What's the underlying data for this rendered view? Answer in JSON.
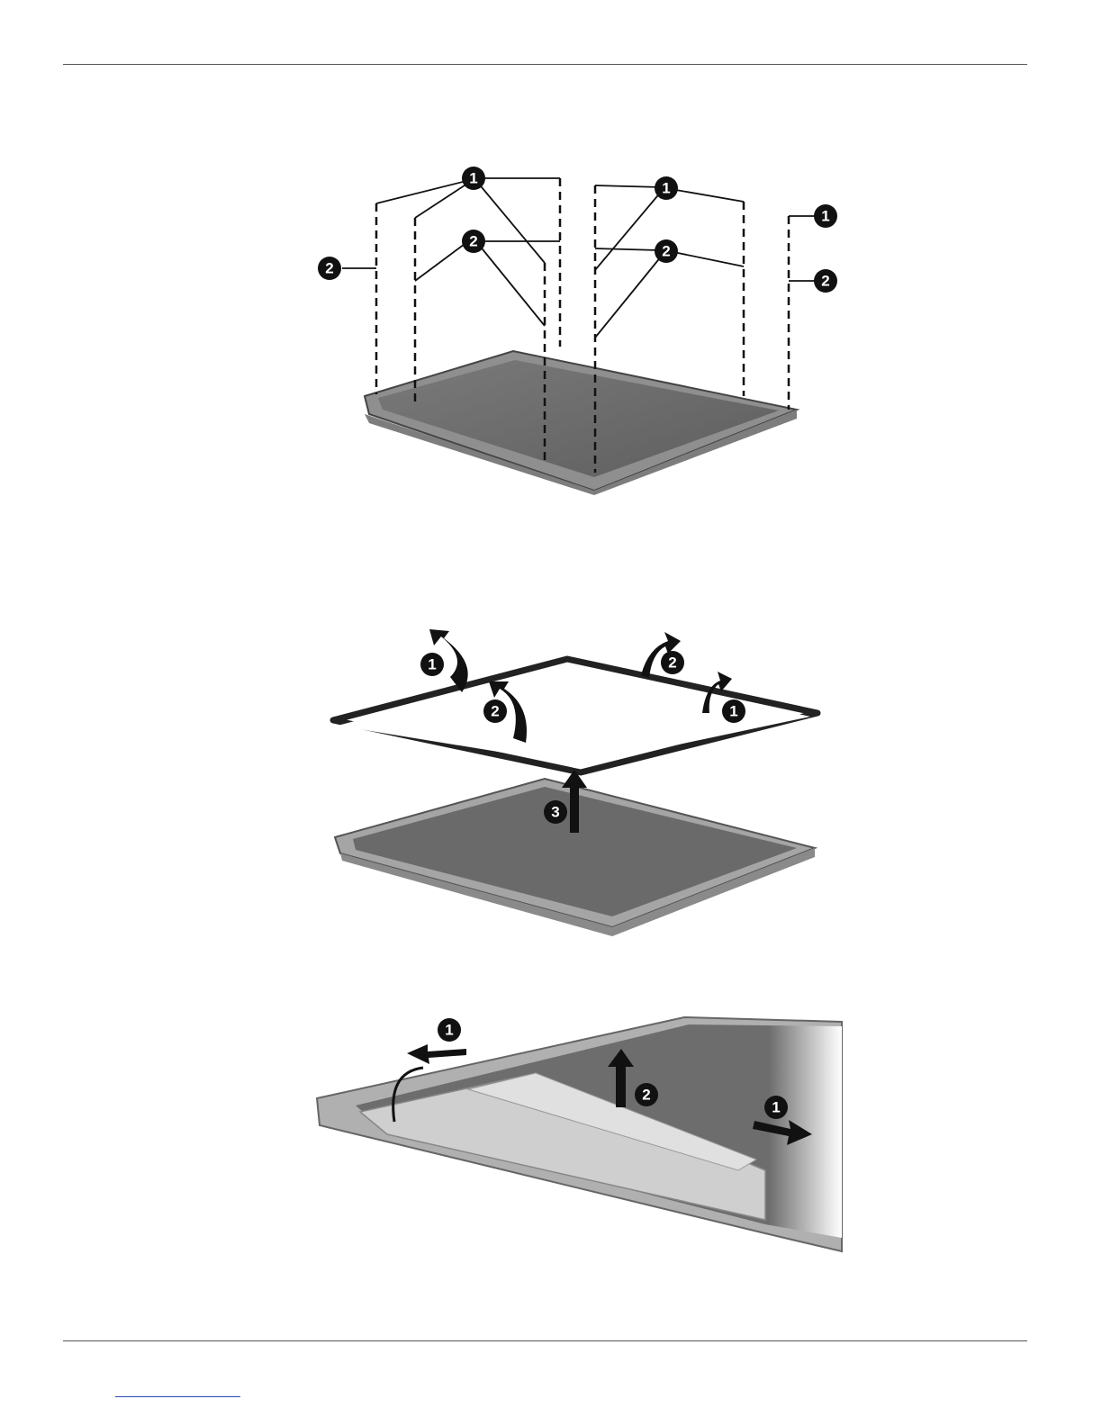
{
  "figures": [
    {
      "id": "display-screws",
      "callouts": [
        "1",
        "2"
      ]
    },
    {
      "id": "display-bezel",
      "callouts": [
        "1",
        "2",
        "3"
      ]
    },
    {
      "id": "inverter-board",
      "callouts": [
        "1",
        "2"
      ]
    }
  ],
  "colors": {
    "rule": "#555555",
    "panel": "#6b6b6b",
    "panel_frame": "#9a9a9a",
    "callout": "#111111",
    "link_underline": "#2b49b8"
  }
}
